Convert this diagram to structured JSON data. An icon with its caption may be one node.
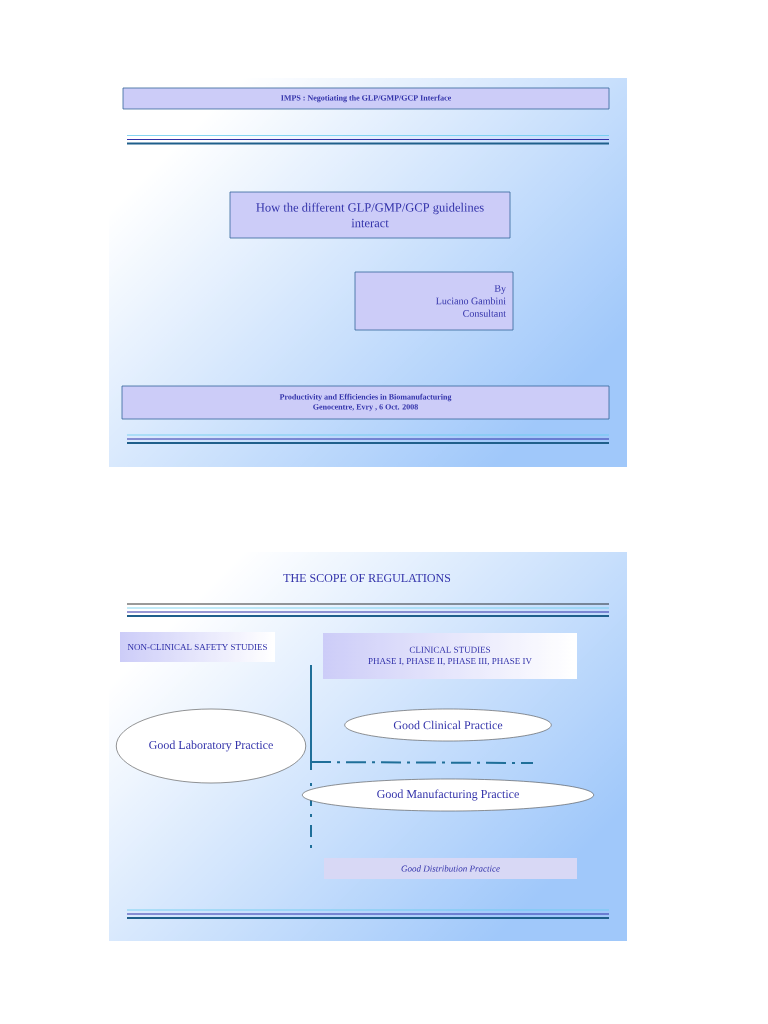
{
  "diagram": {
    "nodes": [
      {
        "text": [
          "IMPS : Negotiating the GLP/GMP/GCP Interface"
        ]
      },
      {
        "text": [
          "How the different GLP/GMP/GCP guidelines interact"
        ]
      },
      {
        "text": [
          "By",
          "Luciano Gambini",
          "Consultant"
        ]
      },
      {
        "text": [
          "Productivity and Efficiencies in Biomanufacturing",
          "Genocentre, Evry , 6 Oct. 2008"
        ]
      },
      {
        "text": [
          "NON-CLINICAL SAFETY STUDIES"
        ]
      },
      {
        "text": [
          "CLINICAL STUDIES",
          "PHASE I,  PHASE II, PHASE III,  PHASE IV"
        ]
      },
      {
        "text": [
          "Good Laboratory Practice"
        ]
      },
      {
        "text": [
          "Good Clinical Practice"
        ]
      },
      {
        "text": [
          "Good Manufacturing Practice"
        ]
      },
      {
        "text": [
          "Good  Distribution Practice"
        ]
      }
    ],
    "labels": [
      "THE SCOPE OF REGULATIONS"
    ]
  }
}
